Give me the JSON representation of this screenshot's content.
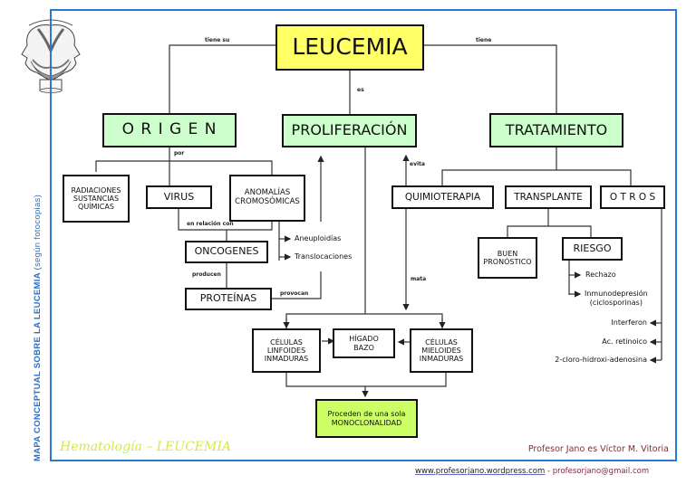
{
  "side_title": {
    "main": "MAPA CONCEPTUAL SOBRE LA LEUCEMIA",
    "sub": "(según fotocopias)"
  },
  "logo": {
    "icon": "janus-head-icon",
    "description": "Two-faced Janus head illustration"
  },
  "nodes": {
    "leucemia": "LEUCEMIA",
    "origen": "O R I G E N",
    "proliferacion": "PROLIFERACIÓN",
    "tratamiento": "TRATAMIENTO",
    "radiaciones": [
      "RADIACIONES",
      "SUSTANCIAS",
      "QUÍMICAS"
    ],
    "virus": "VIRUS",
    "anomalias": [
      "ANOMALÍAS",
      "CROMOSÓMICAS"
    ],
    "oncogenes": "ONCOGENES",
    "proteinas": "PROTEÍNAS",
    "quimioterapia": "QUIMIOTERAPIA",
    "transplante": "TRANSPLANTE",
    "otros": "O T R O S",
    "buen_pronostico": [
      "BUEN",
      "PRONÓSTICO"
    ],
    "riesgo": "RIESGO",
    "celulas_linfoides": [
      "CÉLULAS",
      "LINFOIDES",
      "INMADURAS"
    ],
    "higado_bazo": [
      "HÍGADO",
      "BAZO"
    ],
    "celulas_mieloides": [
      "CÉLULAS",
      "MIELOIDES",
      "INMADURAS"
    ],
    "monoclonalidad": [
      "Proceden de una sola",
      "MONOCLONALIDAD"
    ]
  },
  "link_labels": {
    "tiene_su": "tiene su",
    "tiene": "tiene",
    "es": "es",
    "por": "por",
    "en_relacion_con": "en relación con",
    "producen": "producen",
    "provocan": "provocan",
    "evita": "evita",
    "mata": "mata"
  },
  "leaf_items": {
    "aneuploidias": "Aneuploidías",
    "translocaciones": "Translocaciones",
    "rechazo": "Rechazo",
    "inmunodepresion": [
      "Inmunodepresión",
      "(ciclosporinas)"
    ],
    "interferon": "Interferon",
    "ac_retinoico": "Ac. retinoico",
    "cloro": "2-cloro-hidroxi-adenosina"
  },
  "footer": {
    "left": "Hematología – LEUCEMIA",
    "right": "Profesor Jano es Víctor M. Vitoria",
    "website": "www.profesorjano.wordpress.com",
    "separator": " - ",
    "email": "profesorjano@gmail.com"
  },
  "colors": {
    "frame": "#2a7bd0",
    "root_node": "#ffff66",
    "category_node": "#ccffcc",
    "result_node": "#ccff66",
    "footer_left": "#ccee44",
    "footer_right": "#7a2e3e"
  }
}
